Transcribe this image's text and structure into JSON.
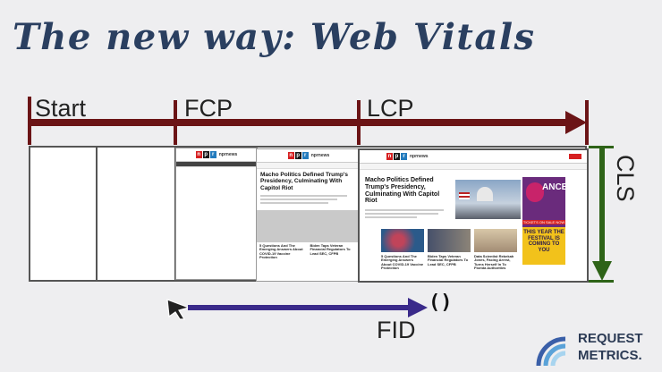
{
  "title": "The new way: Web Vitals",
  "labels": {
    "start": "Start",
    "fcp": "FCP",
    "lcp": "LCP",
    "cls": "CLS",
    "fid": "FID",
    "parens": "()"
  },
  "colors": {
    "title": "#2a3f60",
    "timeline": "#6b1416",
    "cls": "#2e6318",
    "fid": "#3a2a8a",
    "brand": "#2c3b55",
    "npr_red": "#d62021",
    "npr_blue": "#237bbd"
  },
  "screenshots": {
    "logo_letters": [
      "n",
      "p",
      "r"
    ],
    "site_name": "nprnews",
    "headline": "Macho Politics Defined Trump's Presidency, Culminating With Capitol Riot",
    "stories": [
      "5 Questions And The Emerging Answers About COVID-19 Vaccine Protection",
      "Biden Taps Veteran Financial Regulators To Lead SEC, CFPB",
      "Data Scientist Rebekah Jones, Facing Arrest, Turns Herself In To Florida Authorities"
    ],
    "ad_dance": "ANCE",
    "ad_tickets": "TICKETS ON SALE NOW",
    "ad_festival": "THIS YEAR THE FESTIVAL IS COMING TO YOU"
  },
  "brand": {
    "line1": "REQUEST",
    "line2": "METRICS."
  }
}
